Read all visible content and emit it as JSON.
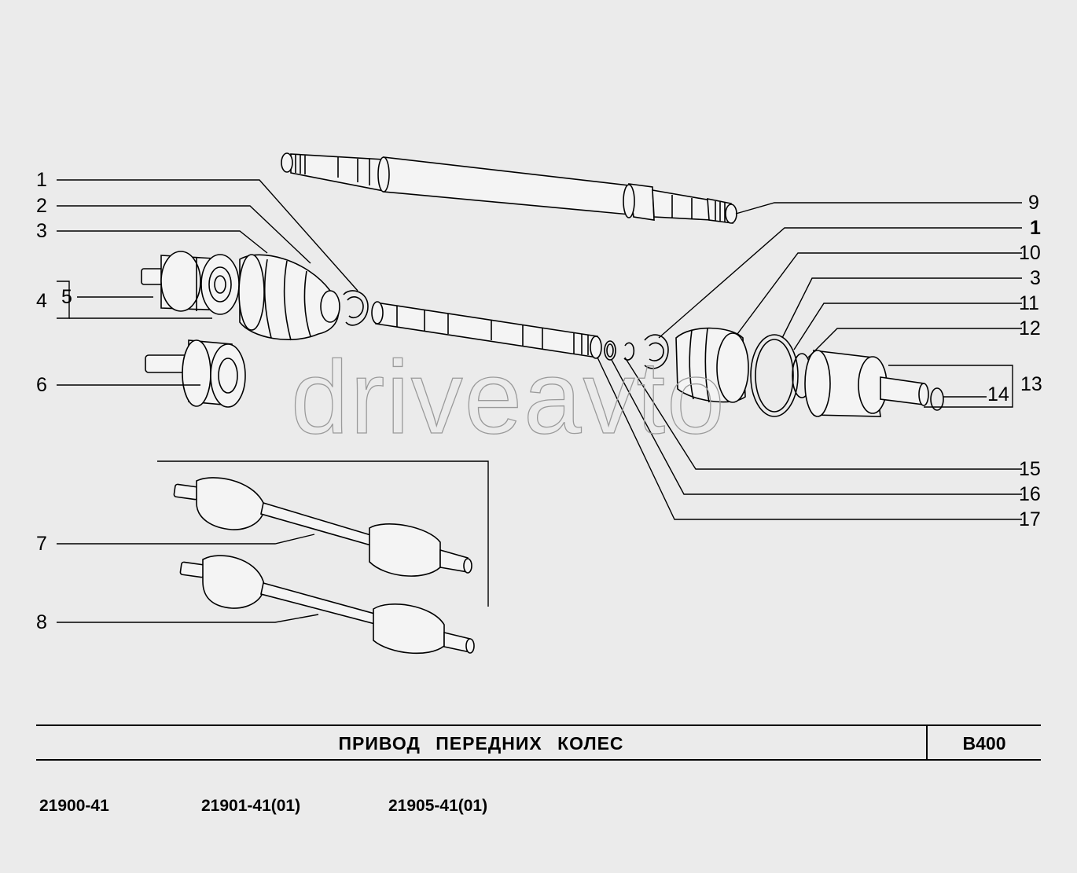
{
  "watermark": "driveavto",
  "callouts": {
    "c1a": "1",
    "c2": "2",
    "c3a": "3",
    "c4": "4",
    "c5": "5",
    "c6": "6",
    "c7": "7",
    "c8": "8",
    "c9": "9",
    "c1b": "1",
    "c10": "10",
    "c3b": "3",
    "c11": "11",
    "c12": "12",
    "c13": "13",
    "c14": "14",
    "c15": "15",
    "c16": "16",
    "c17": "17"
  },
  "title_block": {
    "title": "ПРИВОД   ПЕРЕДНИХ   КОЛЕС",
    "code": "B400"
  },
  "models": [
    "21900-41",
    "21901-41(01)",
    "21905-41(01)"
  ]
}
